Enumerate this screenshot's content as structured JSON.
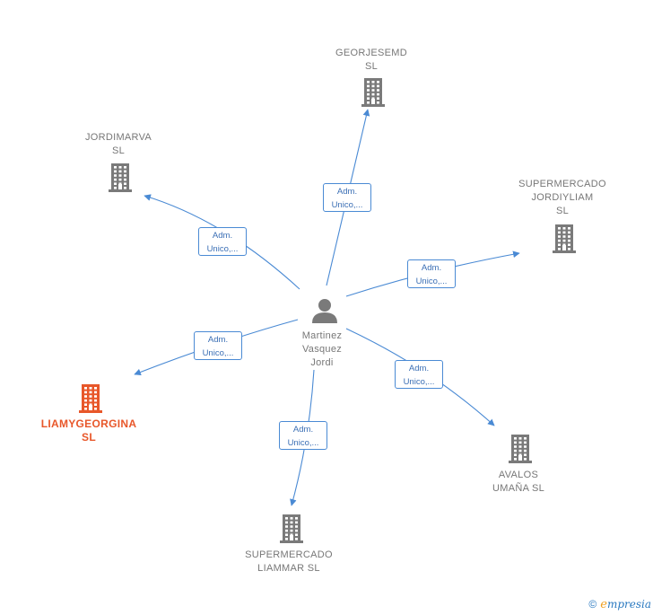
{
  "center": {
    "name": "Martinez\nVasquez\nJordi",
    "icon": "person-icon"
  },
  "companies": [
    {
      "id": "georjesemd",
      "name": "GEORJESEMD\nSL",
      "highlight": false,
      "icon": "building-icon"
    },
    {
      "id": "jordimarva",
      "name": "JORDIMARVA\nSL",
      "highlight": false,
      "icon": "building-icon"
    },
    {
      "id": "supermercado-jordiyliam",
      "name": "SUPERMERCADO\nJORDIYLIAM\nSL",
      "highlight": false,
      "icon": "building-icon"
    },
    {
      "id": "liamygeorgina",
      "name": "LIAMYGEORGINA\nSL",
      "highlight": true,
      "icon": "building-icon"
    },
    {
      "id": "avalos-umana",
      "name": "AVALOS\nUMAÑA  SL",
      "highlight": false,
      "icon": "building-icon"
    },
    {
      "id": "supermercado-liammar",
      "name": "SUPERMERCADO\nLIAMMAR  SL",
      "highlight": false,
      "icon": "building-icon"
    }
  ],
  "edges": [
    {
      "to": "georjesemd",
      "label_line1": "Adm.",
      "label_line2": "Unico,..."
    },
    {
      "to": "jordimarva",
      "label_line1": "Adm.",
      "label_line2": "Unico,..."
    },
    {
      "to": "supermercado-jordiyliam",
      "label_line1": "Adm.",
      "label_line2": "Unico,..."
    },
    {
      "to": "liamygeorgina",
      "label_line1": "Adm.",
      "label_line2": "Unico,..."
    },
    {
      "to": "avalos-umana",
      "label_line1": "Adm.",
      "label_line2": "Unico,..."
    },
    {
      "to": "supermercado-liammar",
      "label_line1": "Adm.",
      "label_line2": "Unico,..."
    }
  ],
  "colors": {
    "edge": "#4a8ad4",
    "building": "#7a7a7a",
    "highlight": "#e8572a"
  },
  "brand": {
    "copyright": "©",
    "e": "e",
    "rest": "mpresia"
  }
}
